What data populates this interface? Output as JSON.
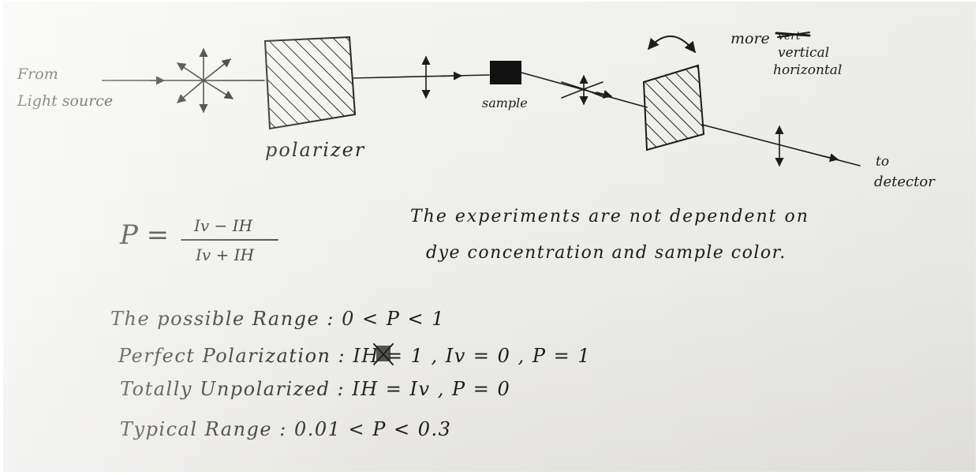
{
  "diagram": {
    "source_label_line1": "From",
    "source_label_line2": "Light source",
    "polarizer_label": "polarizer",
    "sample_label": "sample",
    "analyzer_note": {
      "word_more": "more",
      "struck_word": "vert",
      "vertical": "vertical",
      "horizontal": "horizontal"
    },
    "detector_label_line1": "to",
    "detector_label_line2": "detector"
  },
  "equation": {
    "lhs": "P =",
    "numerator": "Iv − IH",
    "denominator": "Iv + IH"
  },
  "note": {
    "line1": "The experiments are not dependent on",
    "line2": "dye concentration and sample color."
  },
  "ranges": {
    "possible": "The possible Range :  0 < P < 1",
    "perfect": "Perfect Polarization :   IH = 1 , Iv = 0 , P = 1",
    "unpolarized": "Totally Unpolarized :   IH = Iv ,  P = 0",
    "typical": "Typical Range :  0.01 < P < 0.3"
  },
  "colors": {
    "ink": "#1c1c1c",
    "paper": "#f0f0ec"
  }
}
